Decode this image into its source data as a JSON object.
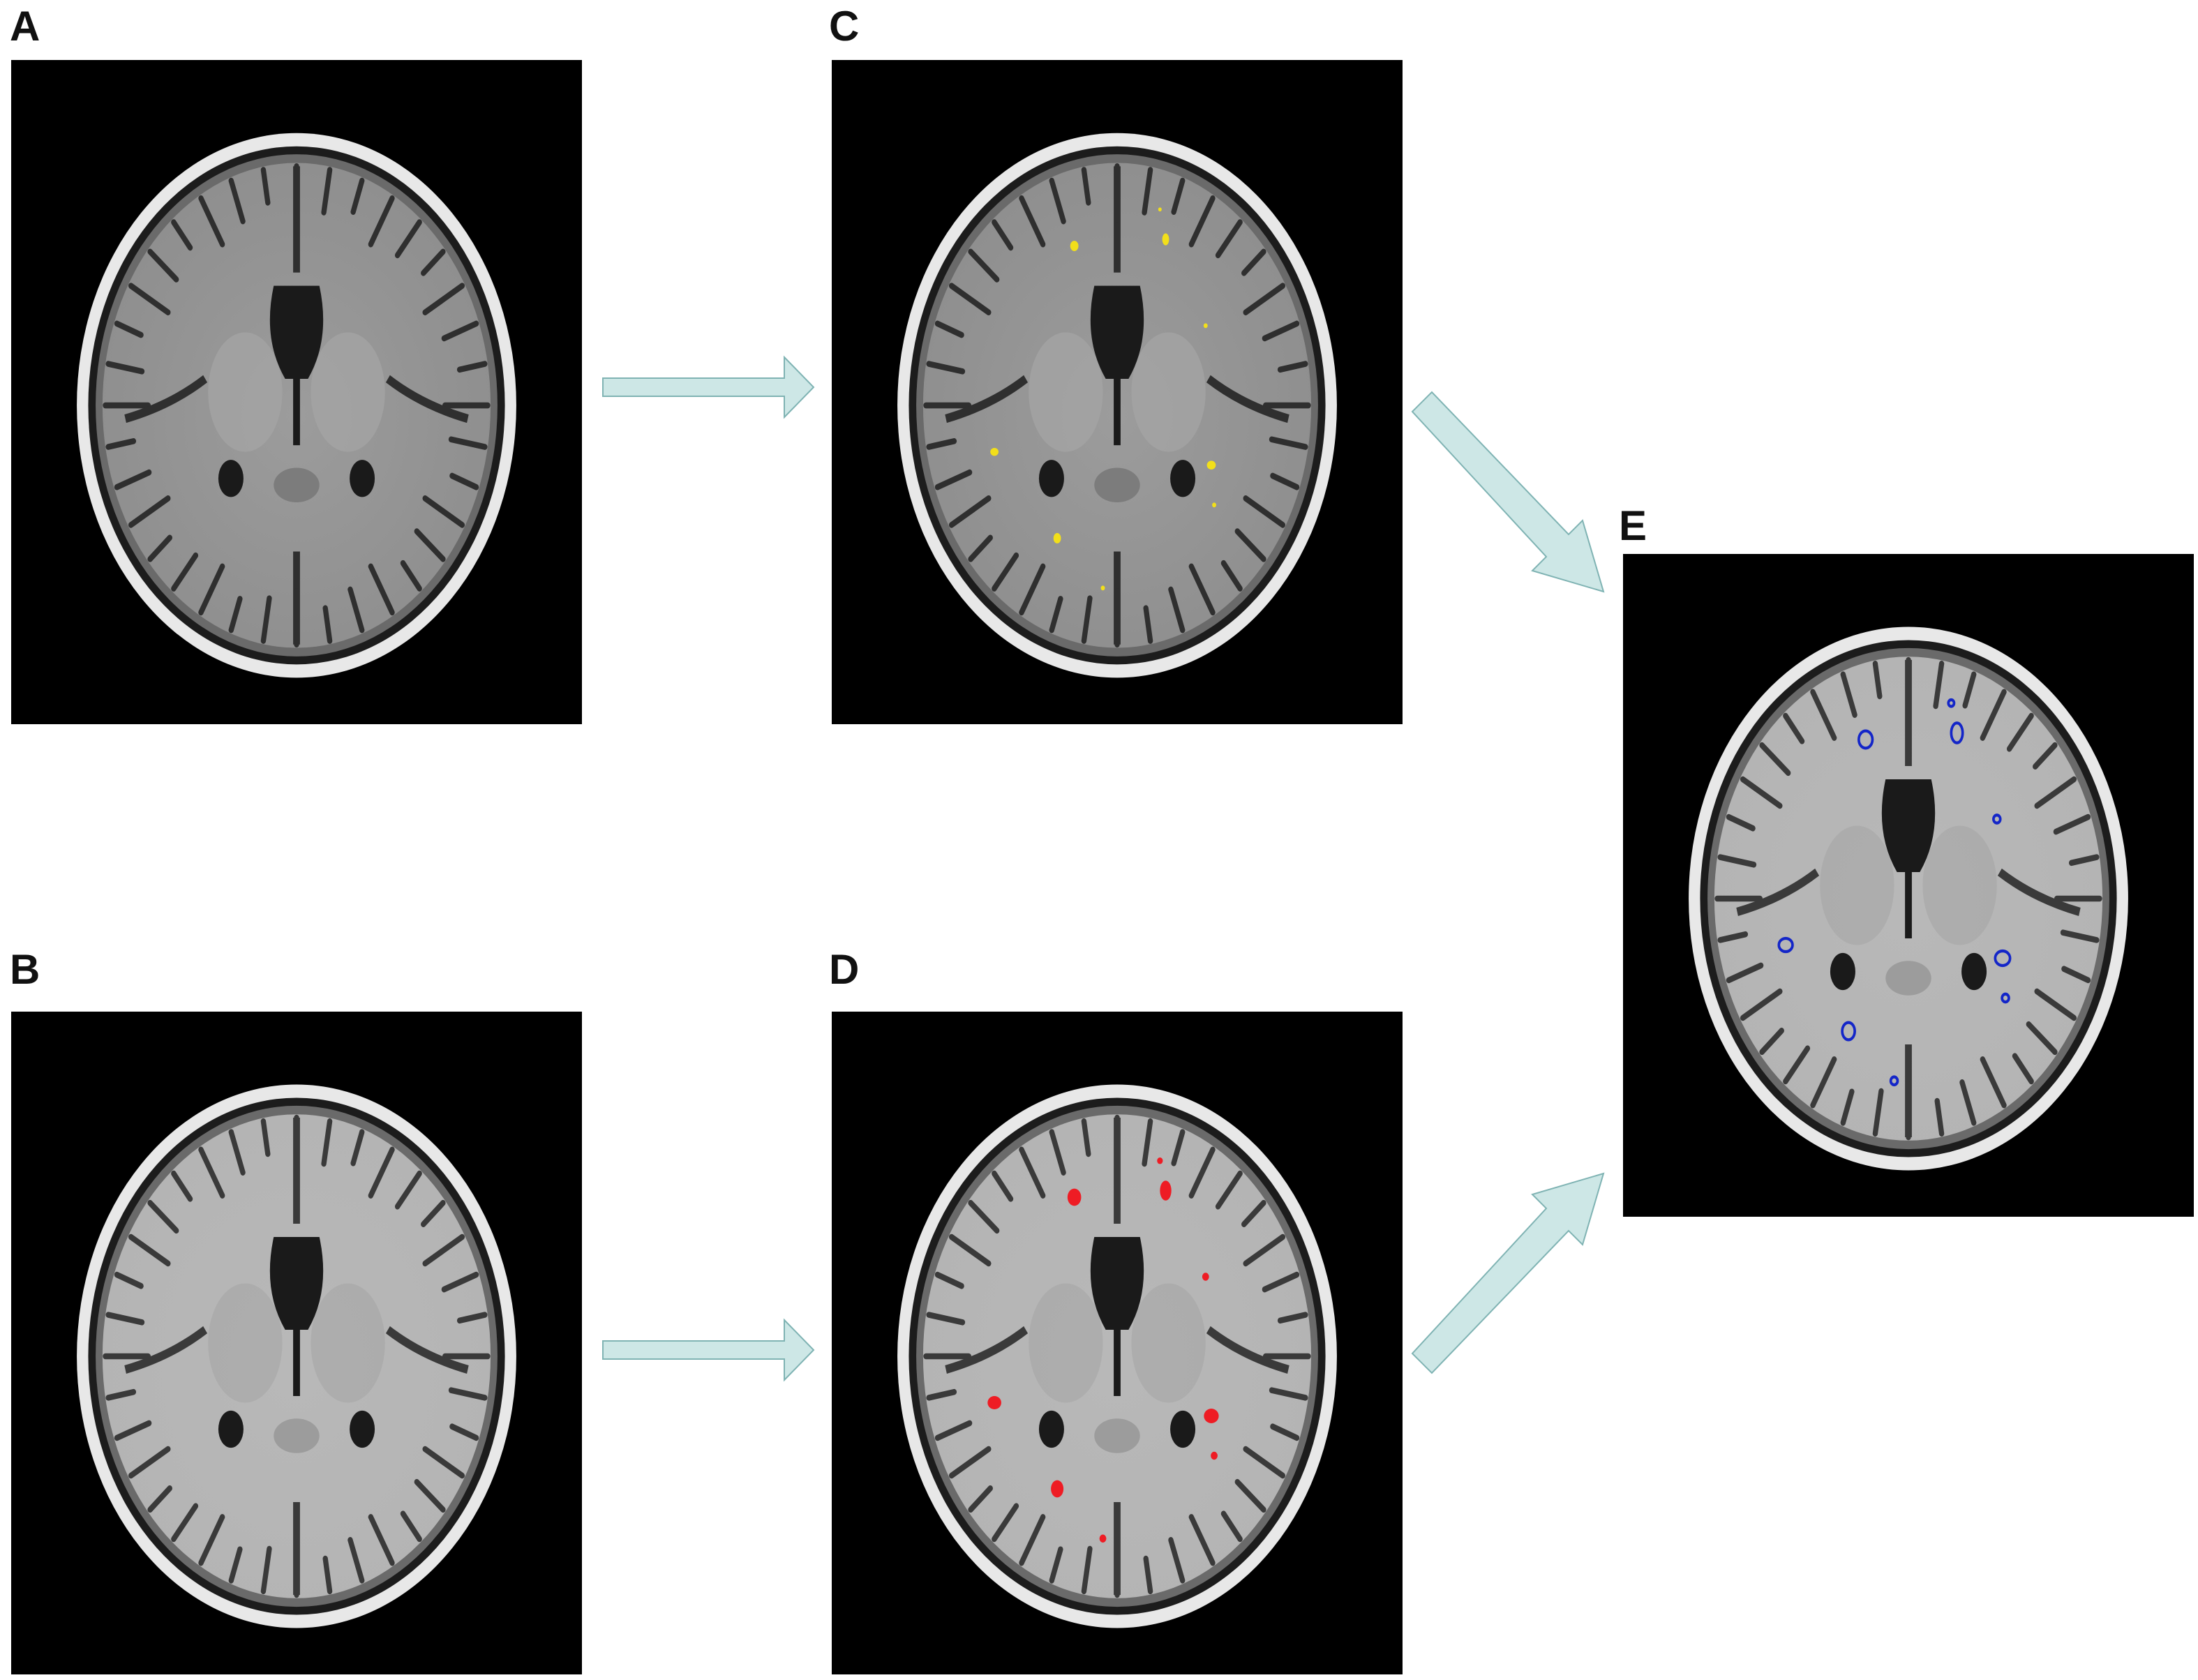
{
  "panels": [
    {
      "id": "A",
      "label": "A",
      "modality": "T1",
      "overlay": "none"
    },
    {
      "id": "B",
      "label": "B",
      "modality": "FLAIR",
      "overlay": "none"
    },
    {
      "id": "C",
      "label": "C",
      "modality": "T1",
      "overlay": "yellow"
    },
    {
      "id": "D",
      "label": "D",
      "modality": "FLAIR",
      "overlay": "red"
    },
    {
      "id": "E",
      "label": "E",
      "modality": "FLAIR",
      "overlay": "blue-outline"
    }
  ],
  "arrows": [
    {
      "from": "A",
      "to": "C"
    },
    {
      "from": "B",
      "to": "D"
    },
    {
      "from": "C",
      "to": "E"
    },
    {
      "from": "D",
      "to": "E"
    }
  ],
  "colors": {
    "arrow_fill": "#cde7e6",
    "arrow_stroke": "#7fb3b3",
    "t1_tissue": "#8e8e8e",
    "flair_tissue": "#b4b4b4",
    "overlay_yellow": "#f2df1a",
    "overlay_red": "#ee1c24",
    "overlay_blue": "#1426c8",
    "background": "#000000"
  }
}
